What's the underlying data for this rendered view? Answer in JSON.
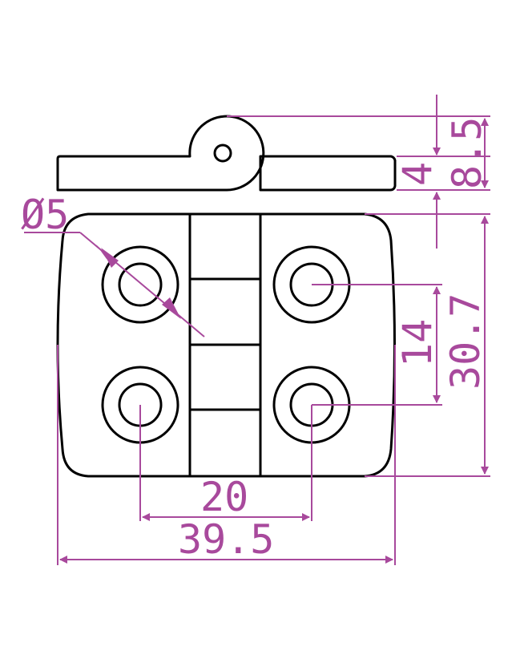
{
  "colors": {
    "outline": "#000000",
    "dimension": "#a8499c",
    "background": "#ffffff"
  },
  "dimensions": {
    "hole_diameter": "Ø5",
    "knuckle_height": "8.5",
    "leaf_thickness": "4",
    "hole_spacing_vertical": "14",
    "body_height": "30.7",
    "hole_spacing_horizontal": "20",
    "overall_width": "39.5"
  }
}
